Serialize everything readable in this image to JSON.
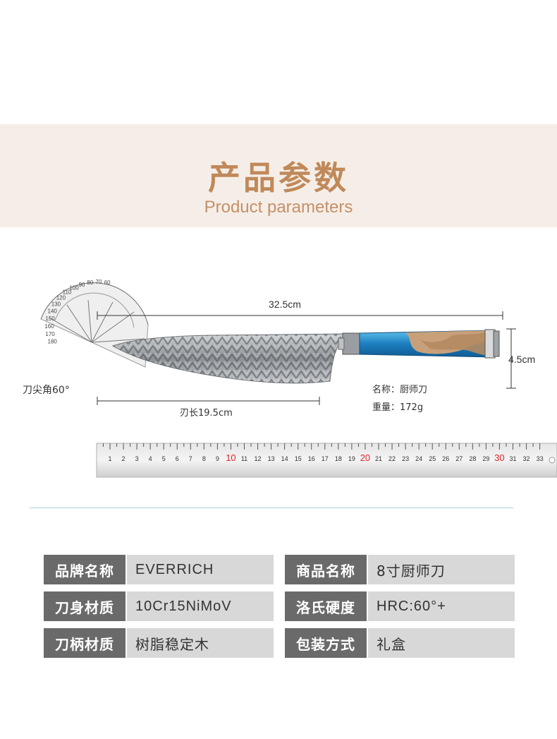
{
  "banner": {
    "title_zh": "产品参数",
    "title_en": "Product parameters"
  },
  "figure": {
    "total_length": "32.5cm",
    "width": "4.5cm",
    "tip_angle": "刀尖角60°",
    "blade_length": "刃长19.5cm",
    "name_line": "名称：厨师刀",
    "weight_line": "重量：172g",
    "ruler_numbers": [
      "1",
      "2",
      "3",
      "4",
      "5",
      "6",
      "7",
      "8",
      "9",
      "10",
      "11",
      "12",
      "13",
      "14",
      "15",
      "16",
      "17",
      "18",
      "19",
      "20",
      "21",
      "22",
      "23",
      "24",
      "25",
      "26",
      "27",
      "28",
      "29",
      "30",
      "31",
      "32",
      "33"
    ],
    "protractor_numbers": [
      "180",
      "170",
      "160",
      "150",
      "140",
      "130",
      "120",
      "110",
      "100",
      "90",
      "80",
      "70",
      "60"
    ],
    "colors": {
      "ruler_red": "#e0242a",
      "resin_blue": "#2b8fc9",
      "wood": "#c9a27c",
      "banner_text": "#c0895a"
    }
  },
  "specs": {
    "left": [
      {
        "label": "品牌名称",
        "value": "EVERRICH"
      },
      {
        "label": "刀身材质",
        "value": "10Cr15NiMoV"
      },
      {
        "label": "刀柄材质",
        "value": "树脂稳定木"
      }
    ],
    "right": [
      {
        "label": "商品名称",
        "value": "8寸厨师刀"
      },
      {
        "label": "洛氏硬度",
        "value": "HRC:60°+"
      },
      {
        "label": "包装方式",
        "value": "礼盒"
      }
    ]
  }
}
